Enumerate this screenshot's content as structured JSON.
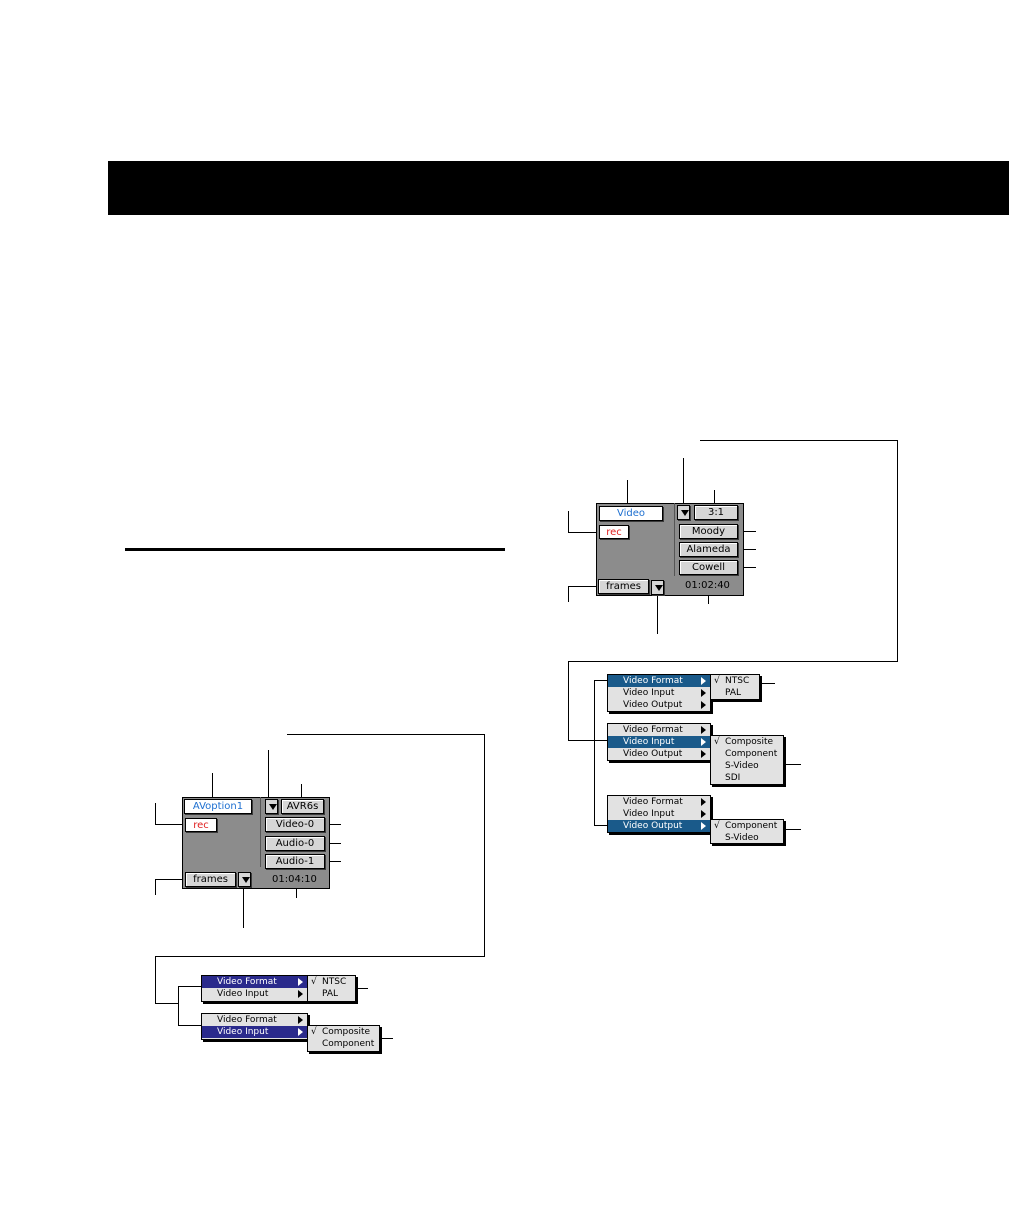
{
  "left_window": {
    "name_field": "AVoption1",
    "rec_button": "rec",
    "resolution_button": "AVR6s",
    "video_track_button": "Video-0",
    "audio_track_0_button": "Audio-0",
    "audio_track_1_button": "Audio-1",
    "timecode_format": "frames",
    "timecode_value": "01:04:10",
    "menus": {
      "format_menu": [
        "Video Format",
        "Video Input"
      ],
      "format_submenu": [
        "NTSC",
        "PAL"
      ],
      "format_checked": "NTSC",
      "input_menu": [
        "Video Format",
        "Video Input"
      ],
      "input_submenu": [
        "Composite",
        "Component"
      ],
      "input_checked": "Composite"
    }
  },
  "right_window": {
    "name_field": "Video",
    "rec_button": "rec",
    "resolution_button": "3:1",
    "track_button_1": "Moody",
    "track_button_2": "Alameda",
    "track_button_3": "Cowell",
    "timecode_format": "frames",
    "timecode_value": "01:02:40",
    "menus": {
      "format_menu": [
        "Video Format",
        "Video Input",
        "Video Output"
      ],
      "format_submenu": [
        "NTSC",
        "PAL"
      ],
      "format_checked": "NTSC",
      "input_menu": [
        "Video Format",
        "Video Input",
        "Video Output"
      ],
      "input_submenu": [
        "Composite",
        "Component",
        "S-Video",
        "SDI"
      ],
      "input_checked": "Composite",
      "output_menu": [
        "Video Format",
        "Video Input",
        "Video Output"
      ],
      "output_submenu": [
        "Component",
        "S-Video"
      ],
      "output_checked": "Component"
    }
  },
  "check_mark": "√",
  "colors": {
    "header": "#000000",
    "panel": "#8c8c8c",
    "name_text": "#1d6fd0",
    "rec_text": "#e02020",
    "left_highlight": "#2a2a8c",
    "right_highlight": "#1a5a8a"
  }
}
